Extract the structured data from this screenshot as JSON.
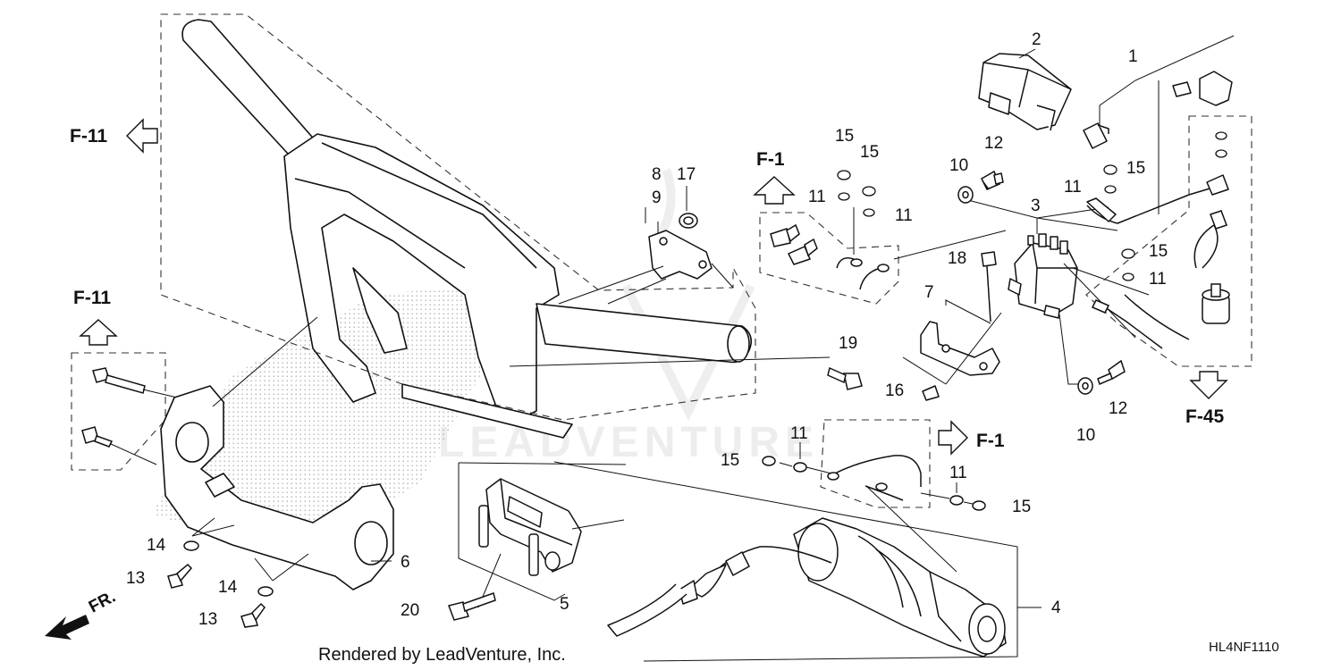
{
  "diagram": {
    "part_numbers": {
      "p1": "1",
      "p2": "2",
      "p3": "3",
      "p4": "4",
      "p5": "5",
      "p6": "6",
      "p7": "7",
      "p8": "8",
      "p9": "9",
      "p10a": "10",
      "p10b": "10",
      "p11a": "11",
      "p11b": "11",
      "p11c": "11",
      "p11d": "11",
      "p11e": "11",
      "p11f": "11",
      "p12a": "12",
      "p12b": "12",
      "p13a": "13",
      "p13b": "13",
      "p14a": "14",
      "p14b": "14",
      "p15a": "15",
      "p15b": "15",
      "p15c": "15",
      "p15d": "15",
      "p15e": "15",
      "p15f": "15",
      "p16": "16",
      "p17": "17",
      "p18": "18",
      "p19": "19",
      "p20": "20"
    },
    "refs": {
      "f11_top": "F-11",
      "f11_left": "F-11",
      "f1_top": "F-1",
      "f1_mid": "F-1",
      "f45": "F-45"
    },
    "front_marker": "FR.",
    "watermark": "LEADVENTURE",
    "footer": "Rendered by LeadVenture, Inc.",
    "diagram_code": "HL4NF1110"
  }
}
